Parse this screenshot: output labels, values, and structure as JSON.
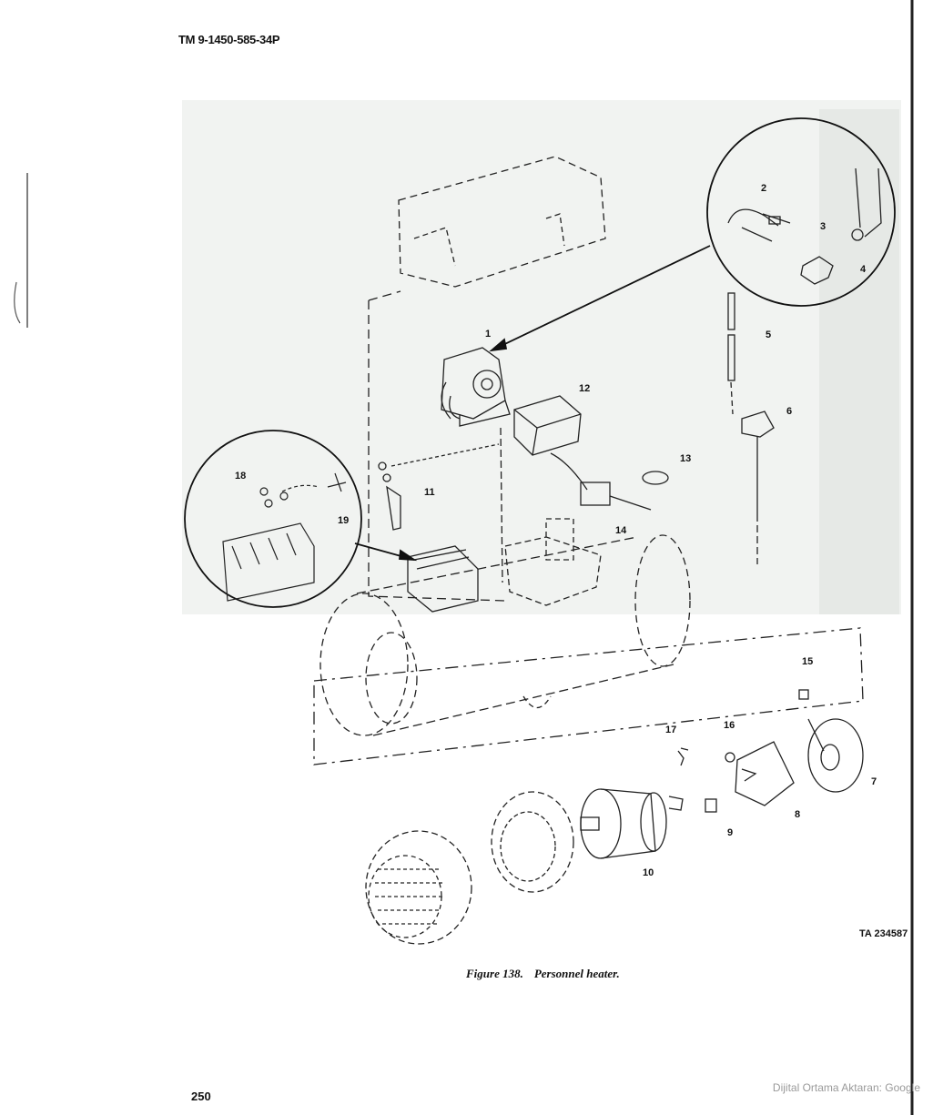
{
  "header": {
    "doc_id": "TM 9-1450-585-34P"
  },
  "figure": {
    "callouts": [
      "1",
      "2",
      "3",
      "4",
      "5",
      "6",
      "7",
      "8",
      "9",
      "10",
      "11",
      "12",
      "13",
      "14",
      "15",
      "16",
      "17",
      "18",
      "19"
    ],
    "ta_number": "TA 234587"
  },
  "caption": {
    "label": "Figure 138.",
    "title": "Personnel heater."
  },
  "footer": {
    "page_number": "250",
    "watermark": "Dijital Ortama Aktaran: Google"
  }
}
